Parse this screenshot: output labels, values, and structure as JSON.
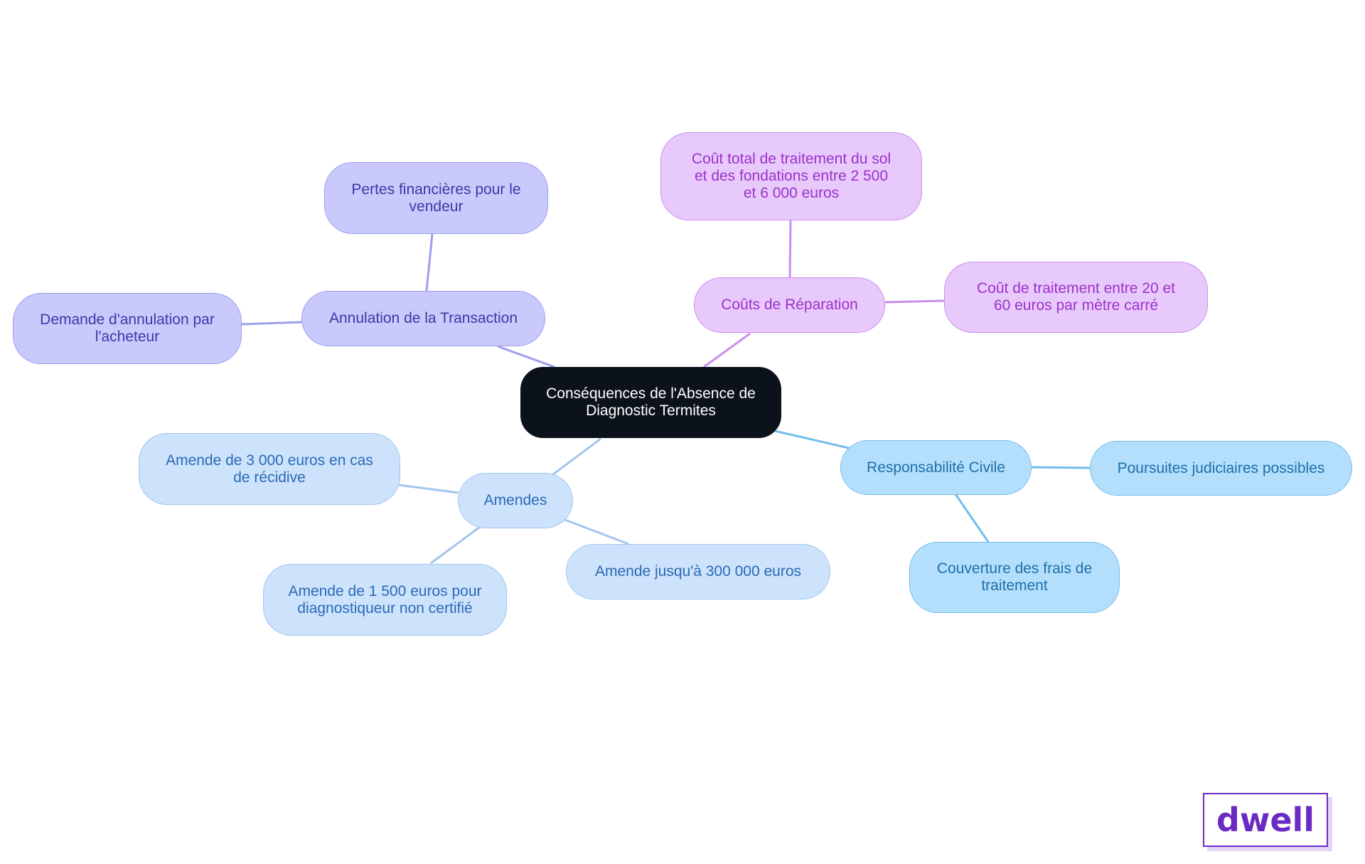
{
  "diagram": {
    "center": "Conséquences de l'Absence de\nDiagnostic Termites",
    "branches": [
      {
        "id": "annulation",
        "label": "Annulation de la Transaction",
        "children": [
          "Pertes financières pour le\nvendeur",
          "Demande d'annulation par\nl'acheteur"
        ]
      },
      {
        "id": "couts",
        "label": "Coûts de Réparation",
        "children": [
          "Coût total de traitement du sol\net des fondations entre 2 500\net 6 000 euros",
          "Coût de traitement entre 20 et\n60 euros par mètre carré"
        ]
      },
      {
        "id": "responsabilite",
        "label": "Responsabilité Civile",
        "children": [
          "Poursuites judiciaires possibles",
          "Couverture des frais de\ntraitement"
        ]
      },
      {
        "id": "amendes",
        "label": "Amendes",
        "children": [
          "Amende de 3 000 euros en cas\nde récidive",
          "Amende jusqu'à 300 000 euros",
          "Amende de 1 500 euros pour\ndiagnostiqueur non certifié"
        ]
      }
    ]
  },
  "colors": {
    "annulation": "#9c9ef0",
    "couts": "#cb8df0",
    "responsabilite": "#72bdec",
    "amendes": "#a3c6ef"
  },
  "logo": {
    "text": "dwell"
  }
}
